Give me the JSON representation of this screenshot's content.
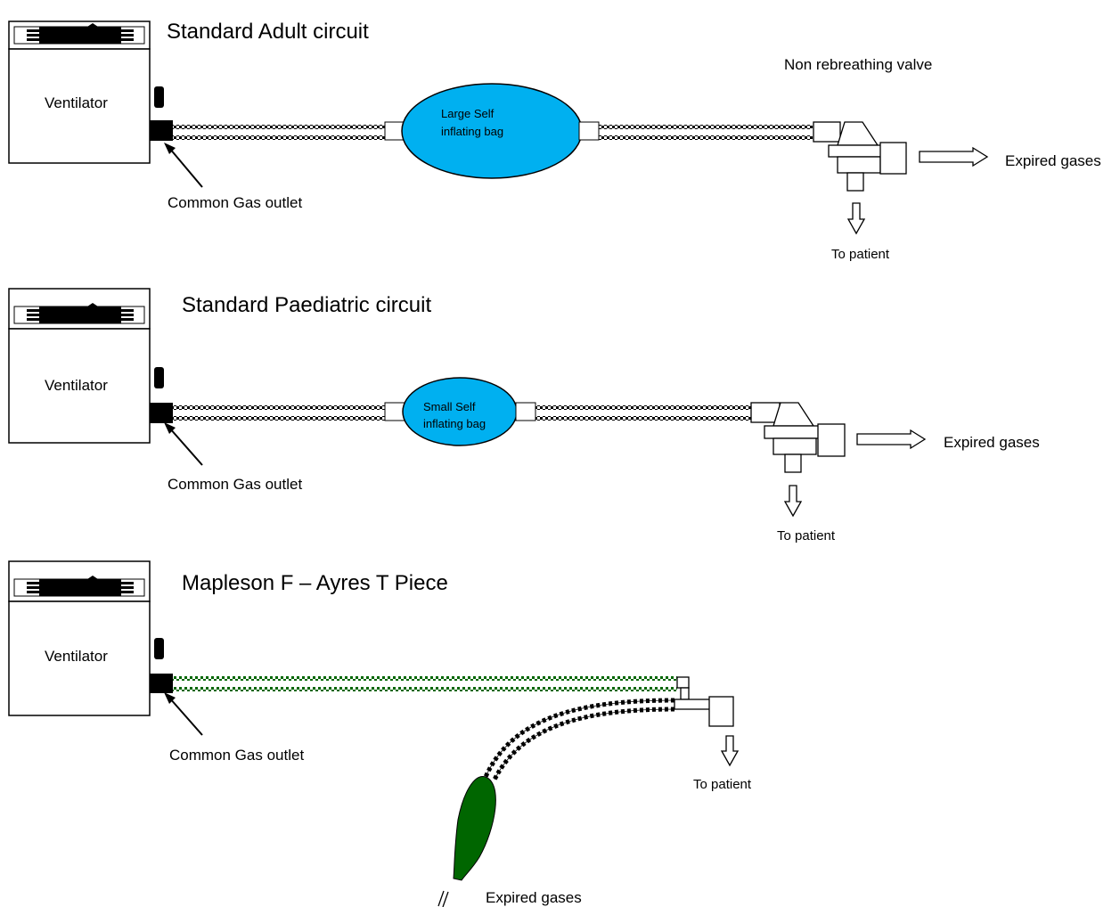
{
  "sections": [
    {
      "id": "adult",
      "title": "Standard Adult circuit",
      "ventilator_label": "Ventilator",
      "gas_outlet_label": "Common Gas outlet",
      "bag_label_line1": "Large Self",
      "bag_label_line2": "inflating bag",
      "valve_label": "Non rebreathing valve",
      "expired_label": "Expired gases",
      "patient_label": "To patient"
    },
    {
      "id": "paediatric",
      "title": "Standard Paediatric circuit",
      "ventilator_label": "Ventilator",
      "gas_outlet_label": "Common Gas outlet",
      "bag_label_line1": "Small Self",
      "bag_label_line2": "inflating bag",
      "expired_label": "Expired gases",
      "patient_label": "To patient"
    },
    {
      "id": "mapleson",
      "title": "Mapleson F – Ayres T Piece",
      "ventilator_label": "Ventilator",
      "gas_outlet_label": "Common Gas outlet",
      "expired_label": "Expired gases",
      "patient_label": "To patient"
    }
  ],
  "colors": {
    "self_inflating_bag": "#00b0f0",
    "mapleson_bag": "#006600",
    "mapleson_tube": "#006600",
    "outline": "#000000"
  }
}
